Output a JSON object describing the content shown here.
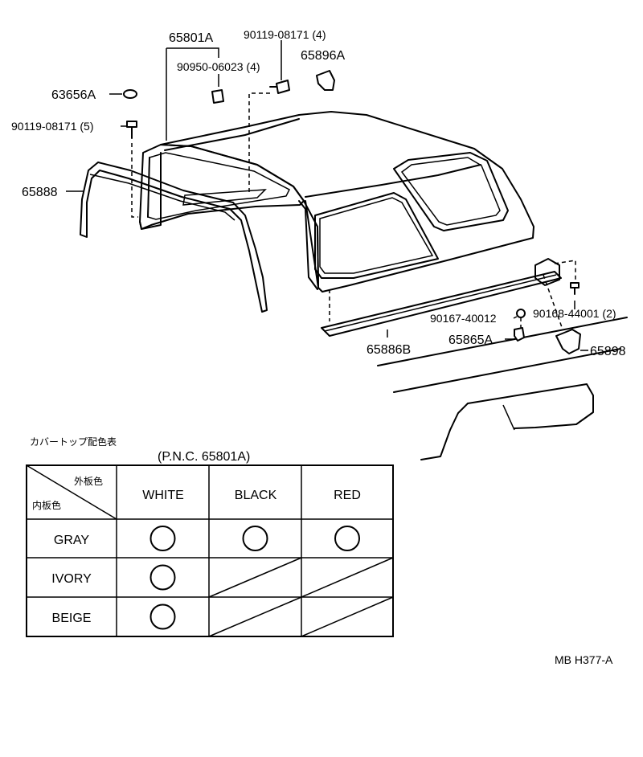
{
  "callouts": {
    "p65801a": "65801A",
    "p9011908171_4": "90119-08171 (4)",
    "p9095006023_4": "90950-06023 (4)",
    "p65896a": "65896A",
    "p63656a": "63656A",
    "p9011908171_5": "90119-08171 (5)",
    "p65888": "65888",
    "p9016740012": "90167-40012",
    "p9016844001_2": "90168-44001 (2)",
    "p65865a": "65865A",
    "p65898": "65898",
    "p65886b": "65886B"
  },
  "color_table": {
    "heading": "カバートップ配色表",
    "pnc": "(P.N.C. 65801A)",
    "outer_label": "外板色",
    "inner_label": "内板色",
    "columns": [
      "WHITE",
      "BLACK",
      "RED"
    ],
    "rows": [
      {
        "name": "GRAY",
        "cells": [
          "available",
          "available",
          "available"
        ]
      },
      {
        "name": "IVORY",
        "cells": [
          "available",
          "n/a",
          "n/a"
        ]
      },
      {
        "name": "BEIGE",
        "cells": [
          "available",
          "n/a",
          "n/a"
        ]
      }
    ]
  },
  "footer_code": "MB H377-A"
}
